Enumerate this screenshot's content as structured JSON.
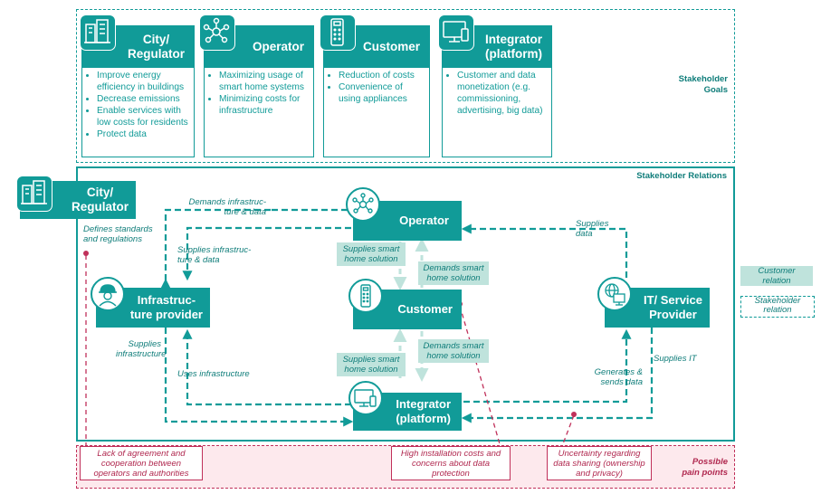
{
  "goals": {
    "section_label": "Stakeholder\nGoals",
    "cards": [
      {
        "title": "City/\nRegulator",
        "icon": "buildings-icon",
        "items": [
          "Improve energy efficiency in buildings",
          "Decrease emissions",
          "Enable services with low costs for residents",
          "Protect data"
        ]
      },
      {
        "title": "Operator",
        "icon": "network-icon",
        "items": [
          "Maximizing usage of smart home systems",
          "Minimizing costs for infrastructure"
        ]
      },
      {
        "title": "Customer",
        "icon": "remote-control-icon",
        "items": [
          "Reduction of costs",
          "Convenience of using appliances"
        ]
      },
      {
        "title": "Integrator\n(platform)",
        "icon": "monitor-icon",
        "items": [
          "Customer and data monetization (e.g. commissioning, advertising, big data)"
        ]
      }
    ]
  },
  "relations": {
    "section_label": "Stakeholder Relations",
    "nodes": {
      "city": "City/\nRegulator",
      "operator": "Operator",
      "infra": "Infrastruc-\nture provider",
      "customer": "Customer",
      "it": "IT/ Service\nProvider",
      "integrator": "Integrator\n(platform)"
    },
    "edge_labels": {
      "defines": "Defines standards\nand regulations",
      "demands_infra": "Demands infrastruc-\nture & data",
      "supplies_infra_data": "Supplies infrastruc-\nture & data",
      "supplies_data": "Supplies\ndata",
      "supplies_infrastructure": "Supplies\ninfrastructure",
      "uses_infra": "Uses infrastructure",
      "generates": "Generates &\nsends data",
      "supplies_it": "Supplies IT"
    },
    "customer_labels": {
      "supplies_smart_1": "Supplies smart\nhome solution",
      "demands_smart_1": "Demands smart\nhome solution",
      "supplies_smart_2": "Supplies smart\nhome solution",
      "demands_smart_2": "Demands smart\nhome solution"
    }
  },
  "legend": {
    "customer_relation": "Customer\nrelation",
    "stakeholder_relation": "Stakeholder\nrelation"
  },
  "pain_points": {
    "section_label": "Possible\npain points",
    "items": [
      "Lack of agreement and\ncooperation between\noperators and authorities",
      "High installation costs and\nconcerns about data\nprotection",
      "Uncertainty regarding\ndata sharing (ownership\nand privacy)"
    ]
  },
  "colors": {
    "teal": "#119b98",
    "light_teal": "#bfe3dc",
    "pain": "#c0305a",
    "pain_bg": "#fde9ed"
  }
}
